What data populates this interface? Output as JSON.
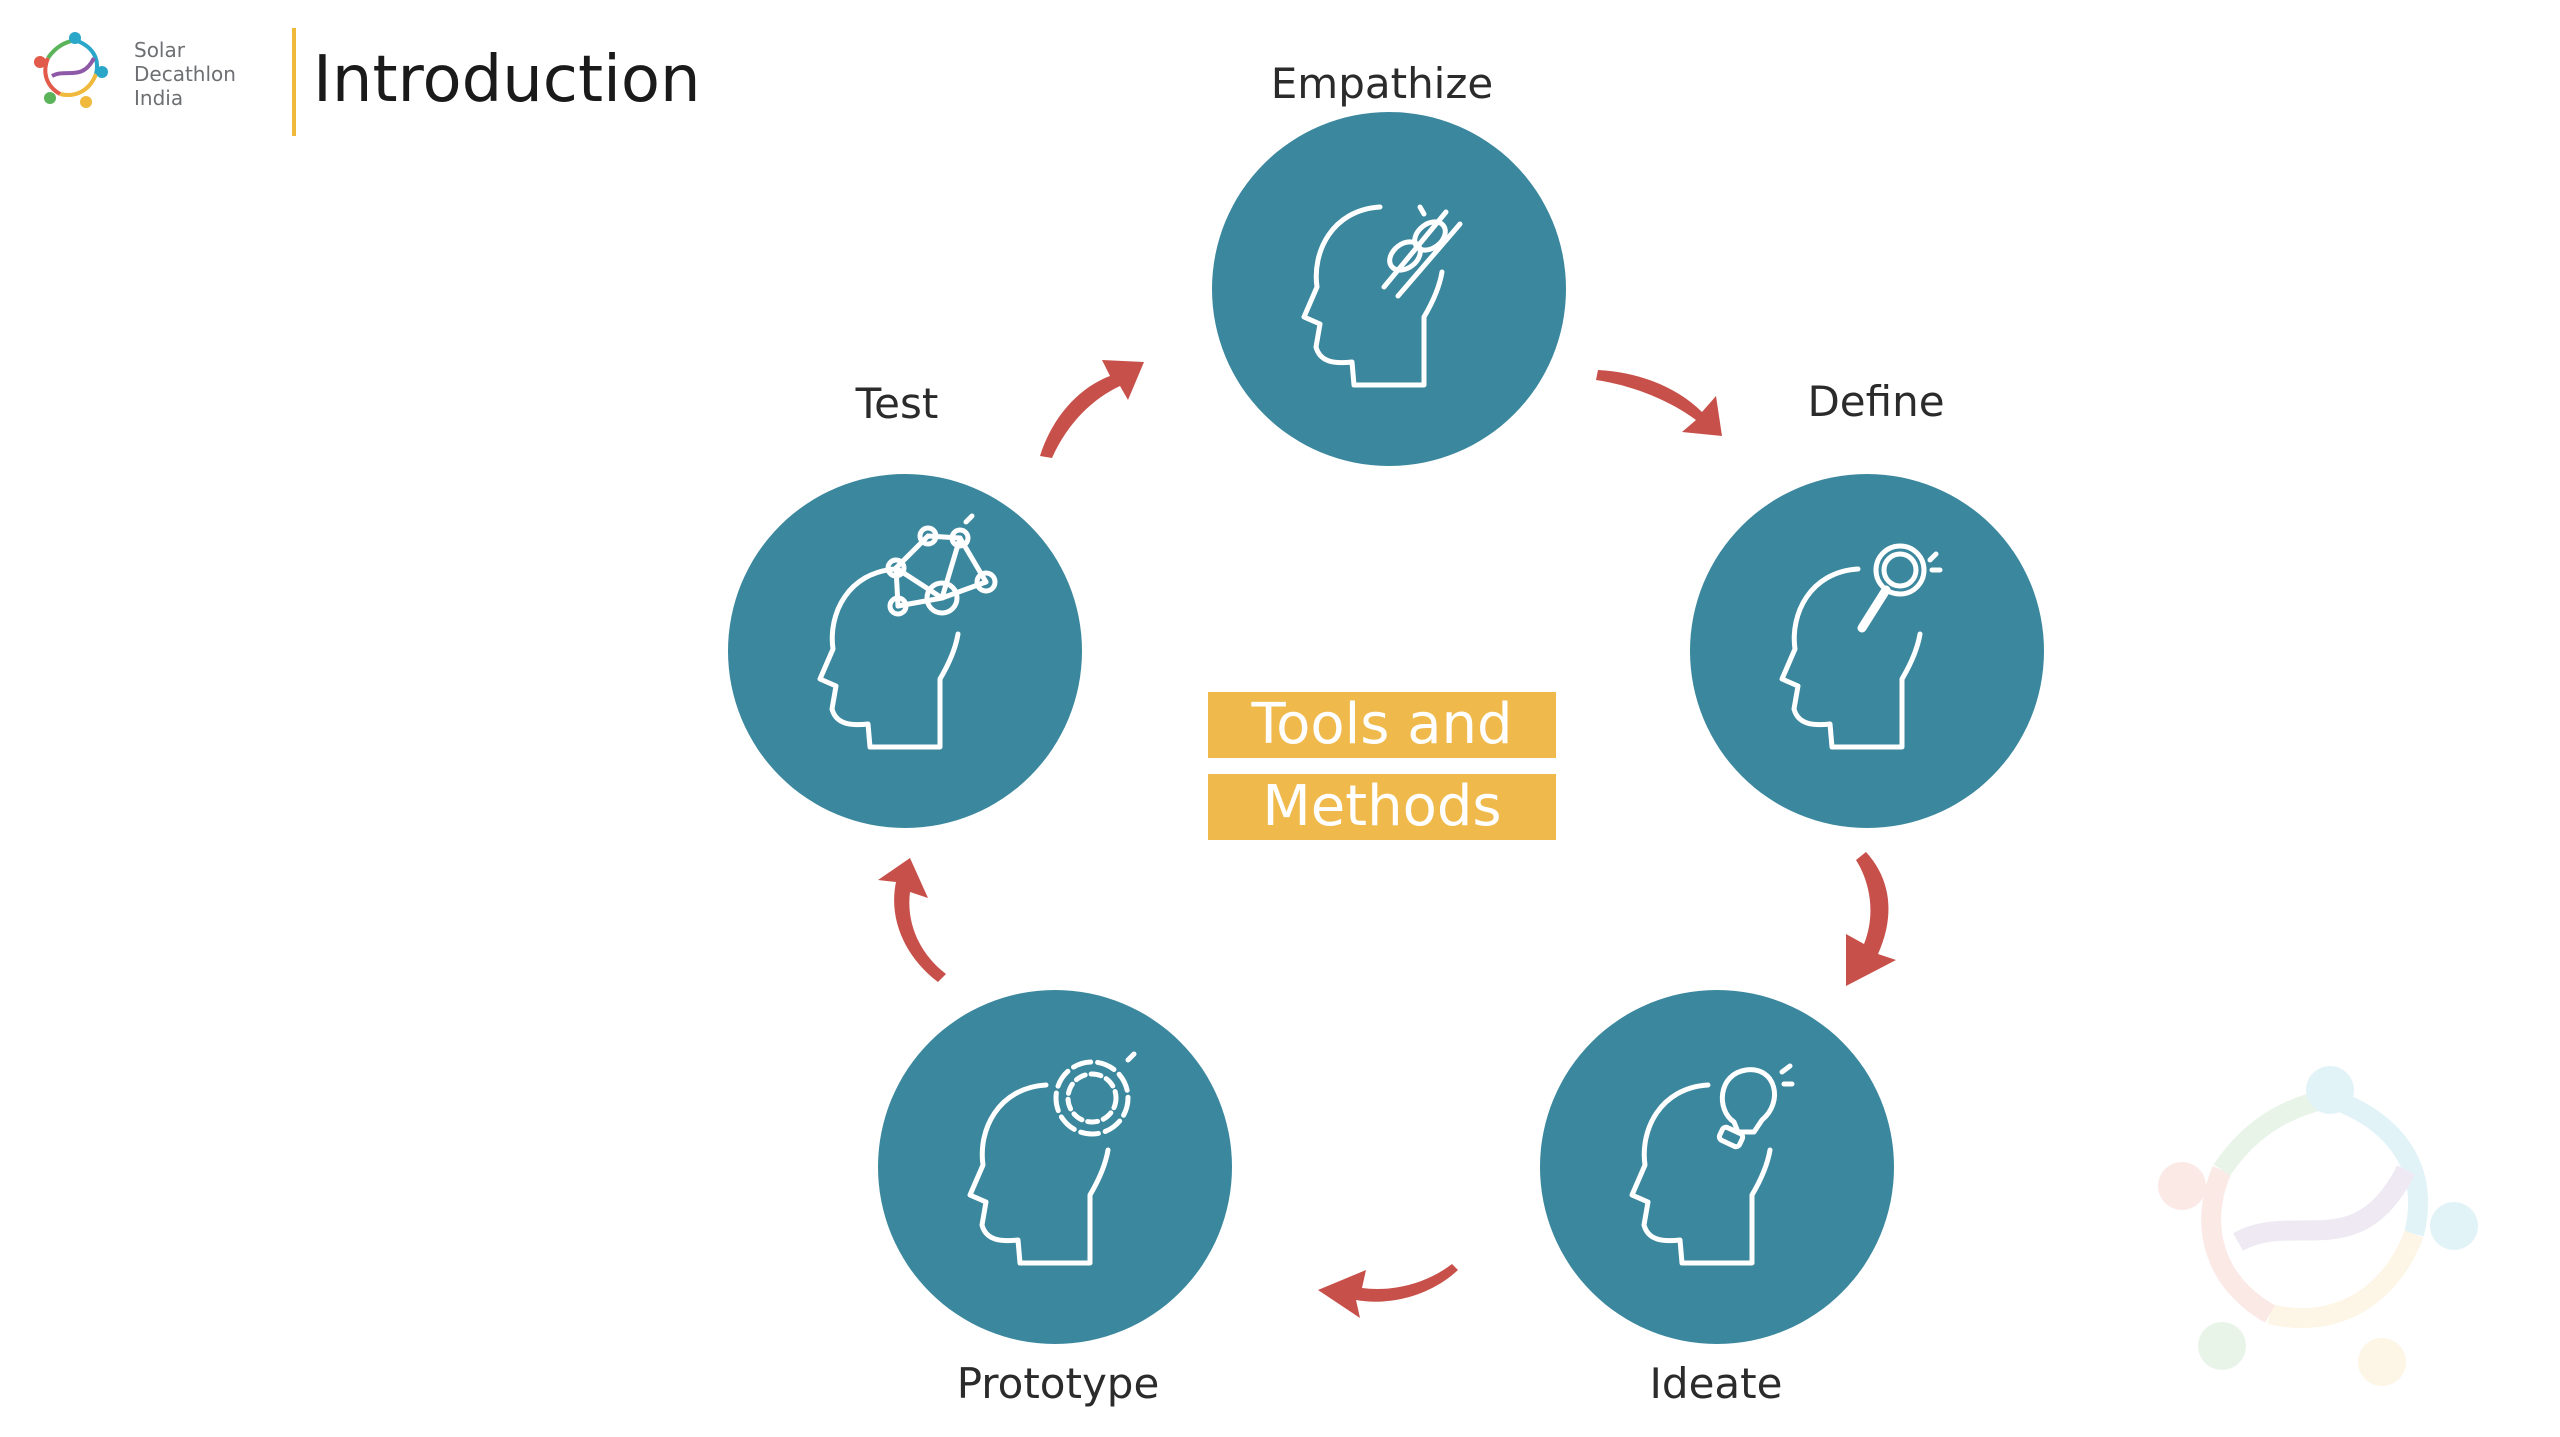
{
  "header": {
    "logo_lines": [
      "Solar",
      "Decathlon",
      "India"
    ],
    "title": "Introduction"
  },
  "stages": [
    {
      "id": "empathize",
      "label": "Empathize",
      "icon": "head-link-icon"
    },
    {
      "id": "define",
      "label": "Define",
      "icon": "head-magnifier-icon"
    },
    {
      "id": "ideate",
      "label": "Ideate",
      "icon": "head-lightbulb-icon"
    },
    {
      "id": "prototype",
      "label": "Prototype",
      "icon": "head-gear-icon"
    },
    {
      "id": "test",
      "label": "Test",
      "icon": "head-network-icon"
    }
  ],
  "center": {
    "line1": "Tools and",
    "line2": "Methods"
  },
  "colors": {
    "circle": "#3b879e",
    "arrow": "#c8504a",
    "accent": "#f0b94c"
  }
}
